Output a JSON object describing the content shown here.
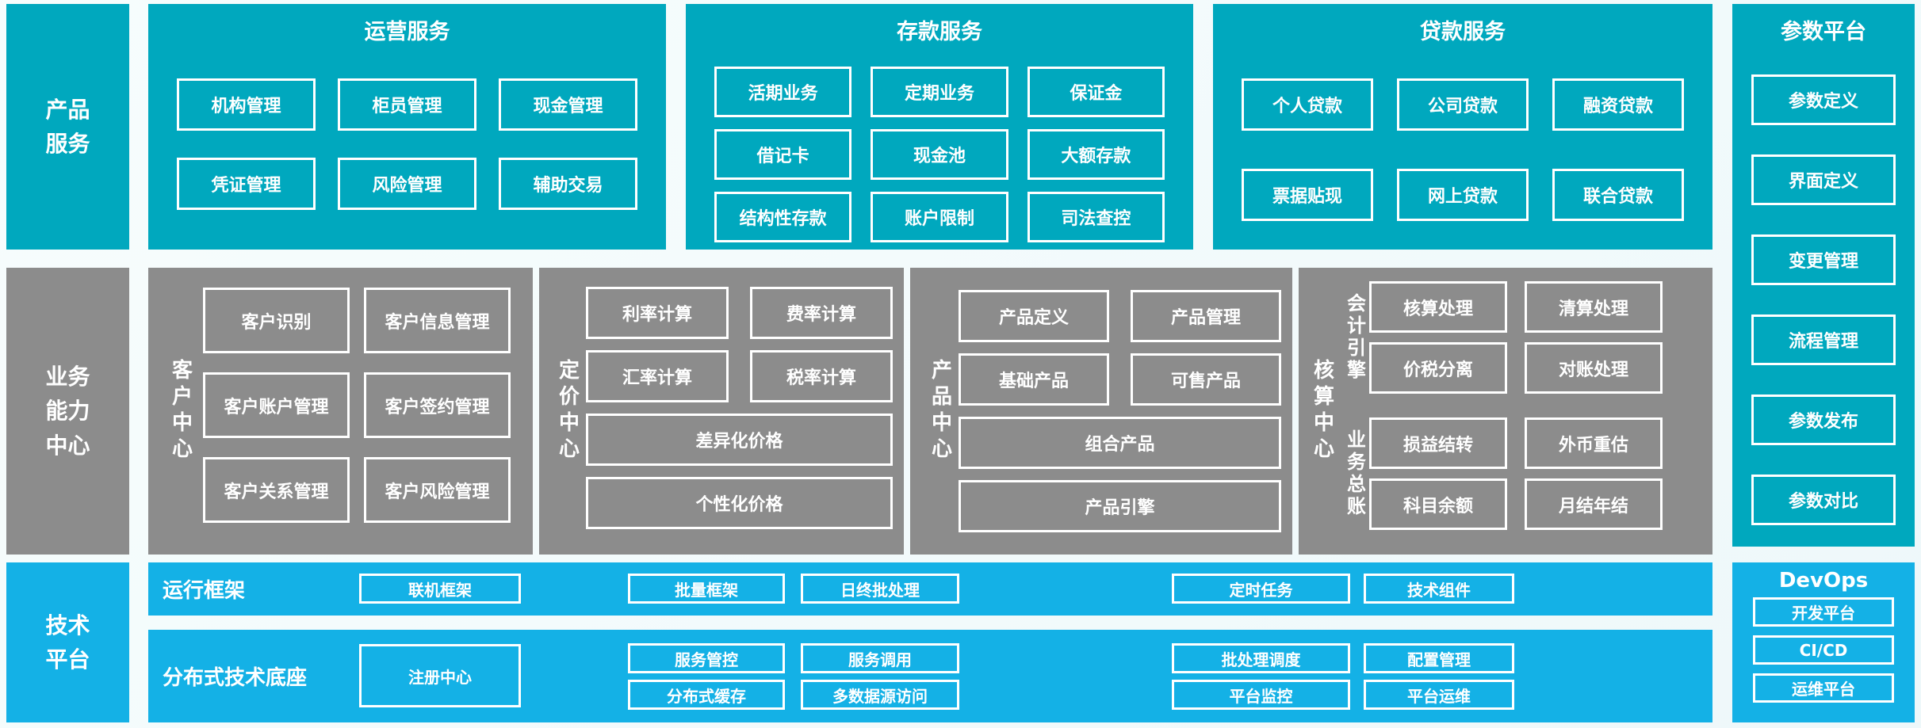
{
  "colors": {
    "teal_panel": "#00a8be",
    "gray_panel": "#8c8c8c",
    "blue_panel": "#14b1e6",
    "box_border": "#ffffff",
    "text": "#ffffff",
    "background": "#f1f9fa"
  },
  "top_row": {
    "sidebar": {
      "label": "产品\n服务"
    },
    "operations": {
      "title": "运营服务",
      "boxes": [
        "机构管理",
        "柜员管理",
        "现金管理",
        "凭证管理",
        "风险管理",
        "辅助交易"
      ]
    },
    "deposits": {
      "title": "存款服务",
      "boxes": [
        "活期业务",
        "定期业务",
        "保证金",
        "借记卡",
        "现金池",
        "大额存款",
        "结构性存款",
        "账户限制",
        "司法查控"
      ]
    },
    "loans": {
      "title": "贷款服务",
      "boxes": [
        "个人贷款",
        "公司贷款",
        "融资贷款",
        "票据贴现",
        "网上贷款",
        "联合贷款"
      ]
    }
  },
  "param_platform": {
    "title": "参数平台",
    "boxes": [
      "参数定义",
      "界面定义",
      "变更管理",
      "流程管理",
      "参数发布",
      "参数对比"
    ]
  },
  "middle_row": {
    "sidebar": {
      "label": "业务\n能力\n中心"
    },
    "customer_center": {
      "label": "客户中心",
      "boxes": [
        "客户识别",
        "客户信息管理",
        "客户账户管理",
        "客户签约管理",
        "客户关系管理",
        "客户风险管理"
      ]
    },
    "pricing_center": {
      "label": "定价中心",
      "boxes": [
        "利率计算",
        "费率计算",
        "汇率计算",
        "税率计算"
      ],
      "wide_boxes": [
        "差异化价格",
        "个性化价格"
      ]
    },
    "product_center": {
      "label": "产品中心",
      "boxes": [
        "产品定义",
        "产品管理",
        "基础产品",
        "可售产品"
      ],
      "wide_boxes": [
        "组合产品",
        "产品引擎"
      ]
    },
    "accounting_center": {
      "label": "核算中心",
      "groups": [
        {
          "label": "会计引擎",
          "boxes": [
            "核算处理",
            "清算处理",
            "价税分离",
            "对账处理"
          ]
        },
        {
          "label": "业务总账",
          "boxes": [
            "损益结转",
            "外币重估",
            "科目余额",
            "月结年结"
          ]
        }
      ]
    }
  },
  "bottom_row": {
    "sidebar": {
      "label": "技术\n平台"
    },
    "runtime_framework": {
      "label": "运行框架",
      "boxes": [
        "联机框架",
        "批量框架",
        "日终批处理",
        "定时任务",
        "技术组件"
      ]
    },
    "distributed_base": {
      "label": "分布式技术底座",
      "registry_box": "注册中心",
      "grid_boxes": [
        "服务管控",
        "服务调用",
        "批处理调度",
        "配置管理",
        "分布式缓存",
        "多数据源访问",
        "平台监控",
        "平台运维"
      ]
    },
    "devops": {
      "title": "DevOps",
      "boxes": [
        "开发平台",
        "CI/CD",
        "运维平台"
      ]
    }
  }
}
